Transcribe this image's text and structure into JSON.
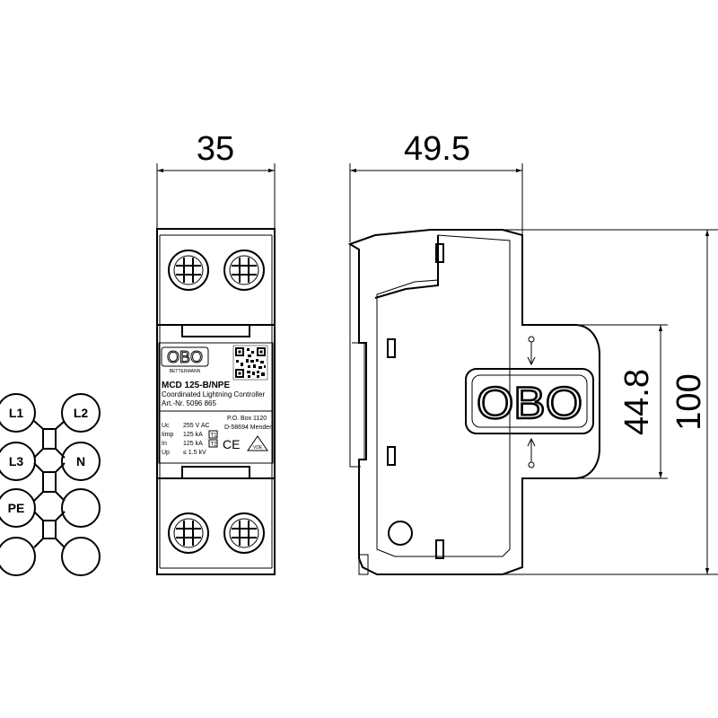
{
  "dimensions": {
    "width_front": "35",
    "depth_side": "49.5",
    "height_total": "100",
    "height_plate": "44.8"
  },
  "label": {
    "brand": "OBO",
    "brand_sub": "BETTERMANN",
    "product": "MCD 125-B/NPE",
    "description": "Coordinated Lightning Controller",
    "article": "Art.-Nr. 5096 865",
    "specs": [
      {
        "name": "Uc",
        "value": "255 V AC"
      },
      {
        "name": "Iimp",
        "value": "125 kA"
      },
      {
        "name": "In",
        "value": "125 kA"
      },
      {
        "name": "Up",
        "value": "≤ 1.5 kV"
      }
    ],
    "class_t1": "T1",
    "class_t2": "T2",
    "address": [
      "P.O. Box 1120",
      "D-58694 Menden"
    ],
    "ce": "CE",
    "vde": "VDE"
  },
  "side": {
    "logo": "OBO"
  },
  "terminals": [
    "L1",
    "L2",
    "L3",
    "N",
    "PE"
  ]
}
